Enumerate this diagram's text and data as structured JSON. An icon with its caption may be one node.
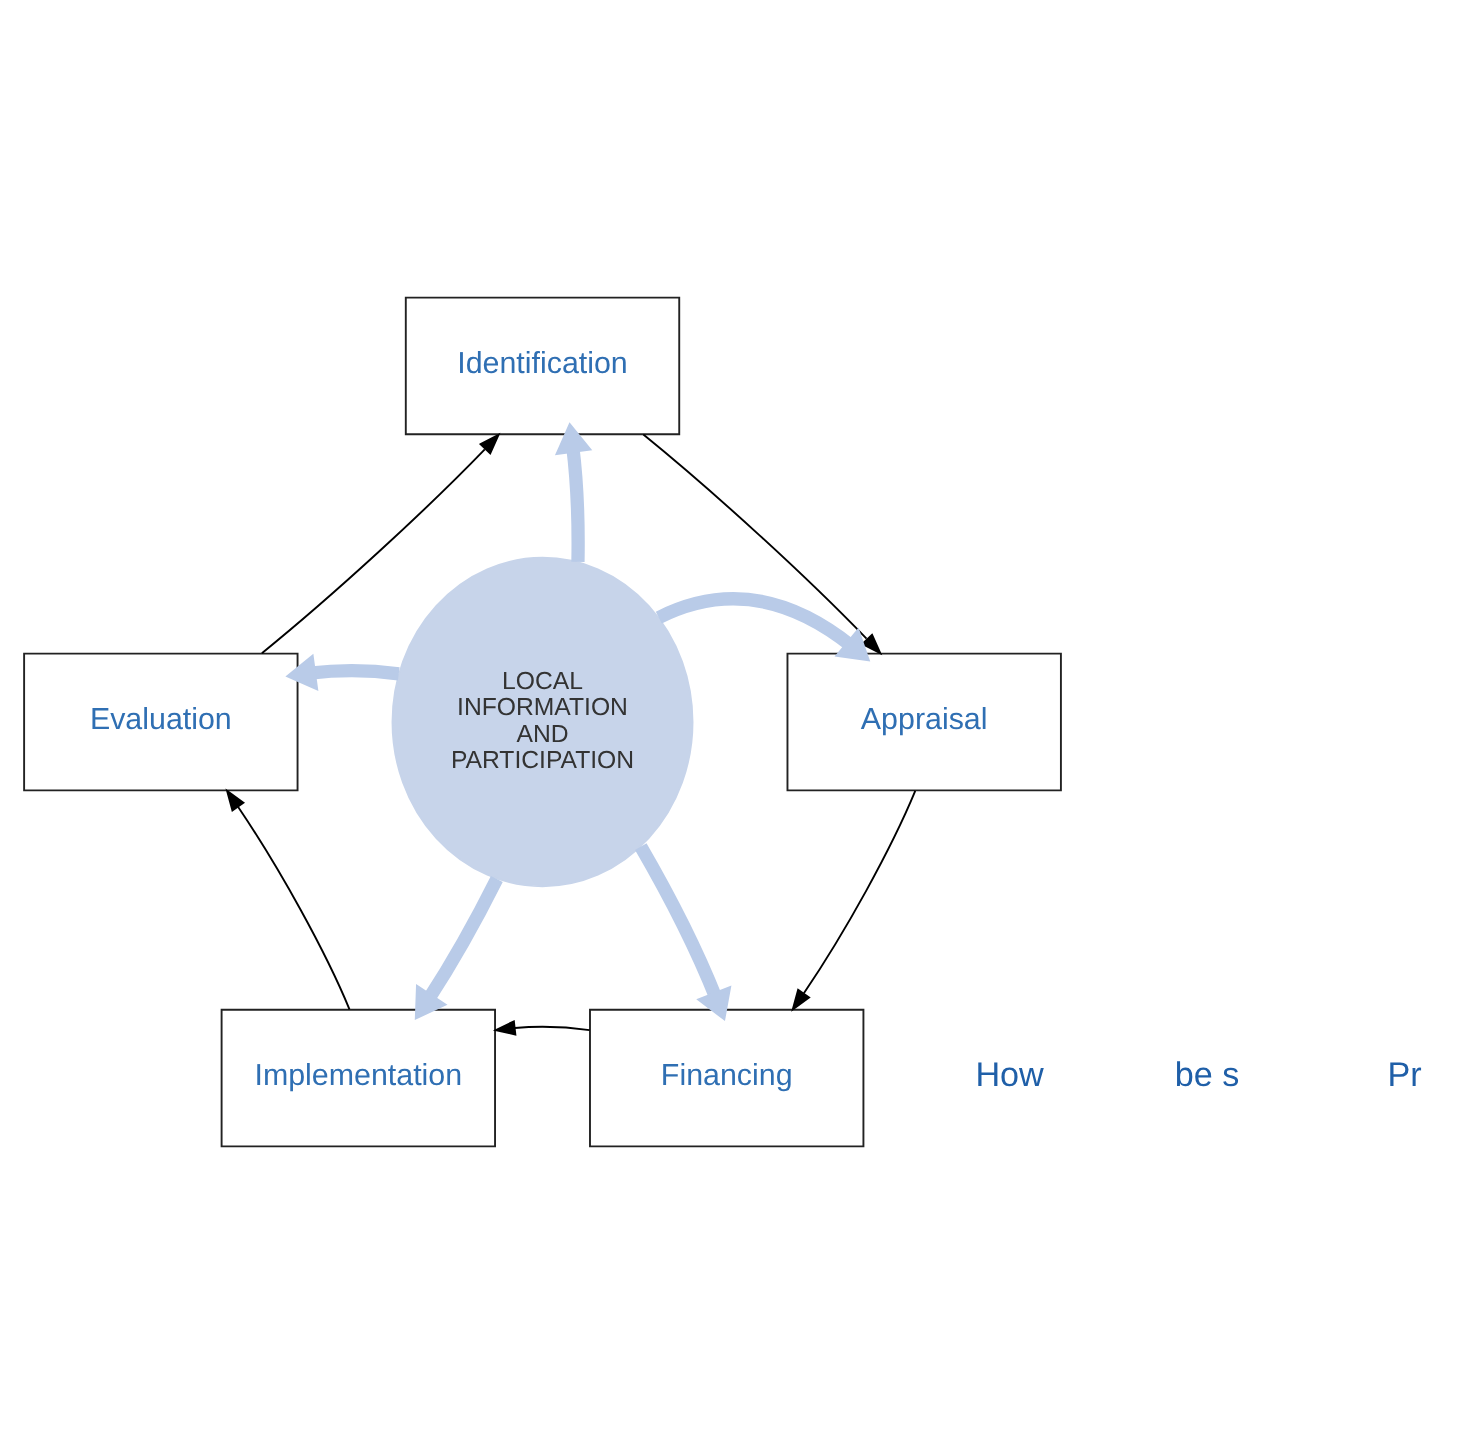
{
  "diagram": {
    "nodes": [
      {
        "text": [
          "Identification"
        ]
      },
      {
        "text": [
          "Appraisal"
        ]
      },
      {
        "text": [
          "Financing"
        ]
      },
      {
        "text": [
          "Implementation"
        ]
      },
      {
        "text": [
          "Evaluation"
        ]
      },
      {
        "text": [
          "LOCAL INFORMATION AND PARTICIPATION"
        ]
      }
    ],
    "edges": [
      {
        "from": 0,
        "to": 1,
        "arrow": "to"
      },
      {
        "from": 1,
        "to": 2,
        "arrow": "to"
      },
      {
        "from": 2,
        "to": 3,
        "arrow": "to"
      },
      {
        "from": 3,
        "to": 4,
        "arrow": "to"
      },
      {
        "from": 4,
        "to": 0,
        "arrow": "to"
      },
      {
        "from": 5,
        "to": 0,
        "arrow": "to",
        "style": "thick",
        "color": "#b9cbe8"
      },
      {
        "from": 5,
        "to": 1,
        "arrow": "to",
        "style": "thick",
        "color": "#b9cbe8"
      },
      {
        "from": 5,
        "to": 2,
        "arrow": "to",
        "style": "thick",
        "color": "#b9cbe8"
      },
      {
        "from": 5,
        "to": 3,
        "arrow": "to",
        "style": "thick",
        "color": "#b9cbe8"
      },
      {
        "from": 5,
        "to": 4,
        "arrow": "to",
        "style": "thick",
        "color": "#b9cbe8"
      }
    ],
    "labels": [
      "How",
      "be s",
      "Pr"
    ]
  }
}
